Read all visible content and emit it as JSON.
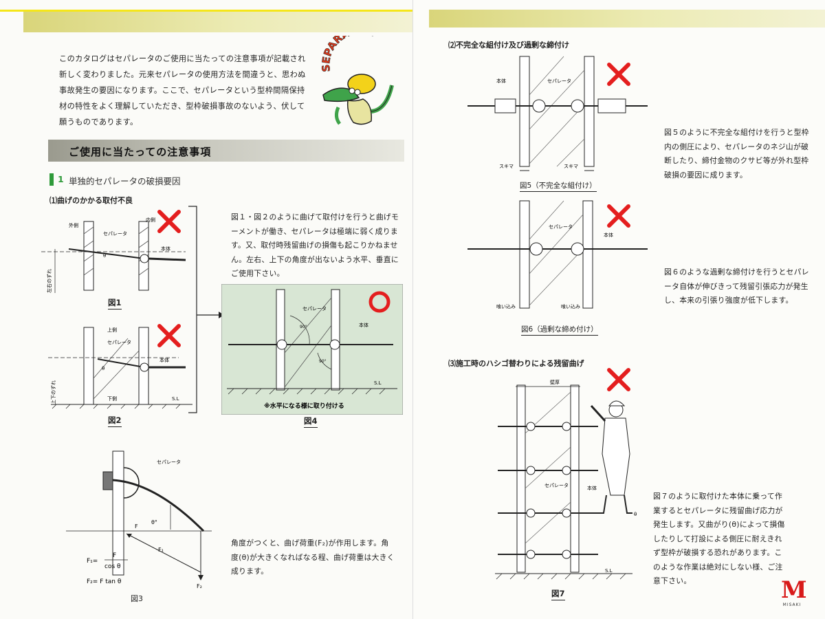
{
  "left": {
    "intro": "このカタログはセパレータのご使用に当たっての注意事項が記載され新しく変わりました。元来セパレータの使用方法を間違うと、思わぬ事故発生の要因になります。ここで、セパレータという型枠間隔保持材の特性をよく理解していただき、型枠破損事故のないよう、伏して願うものであります。",
    "mascot_text": "SEPARATOR",
    "section_title": "ご使用に当たっての注意事項",
    "sub1_num": "1",
    "sub1_title": "単独的セパレータの破損要因",
    "h1": "⑴曲げのかかる取付不良",
    "p1": "図１・図２のように曲げて取付けを行うと曲げモーメントが働き、セパレータは極端に弱く成ります。又、取付時残留曲げの損傷も起こりかねません。左右、上下の角度が出ないよう水平、垂直にご使用下さい。",
    "p3": "角度がつくと、曲げ荷重(F₂)が作用します。角度(θ)が大きくなればなる程、曲げ荷重は大きく成ります。",
    "fig1": {
      "caption": "図1",
      "outer": "外側",
      "inner": "内側",
      "sep": "セパレータ",
      "body": "本体",
      "side": "左右のずれ",
      "theta": "θ"
    },
    "fig2": {
      "caption": "図2",
      "top": "上側",
      "bottom": "下側",
      "sep": "セパレータ",
      "body": "本体",
      "side": "上下のずれ",
      "sl": "S.L",
      "theta": "θ"
    },
    "fig3": {
      "caption": "図3",
      "sep": "セパレータ",
      "F": "F",
      "F1": "F₁",
      "F2": "F₂",
      "theta": "θ°",
      "eq1_lhs": "F₁=",
      "eq1_num": "F",
      "eq1_den": "cos θ",
      "eq2": "F₂=  F tan θ"
    },
    "fig4": {
      "caption": "図4",
      "sep": "セパレータ",
      "body": "本体",
      "sl": "S.L",
      "note": "※水平になる様に取り付ける",
      "a1": "90°",
      "a2": "90°"
    }
  },
  "right": {
    "h2": "⑵不完全な組付け及び過剰な締付け",
    "h3": "⑶施工時のハシゴ替わりによる残留曲げ",
    "p5": "図５のように不完全な組付けを行うと型枠内の側圧により、セパレータのネジ山が破断したり、締付金物のクサビ等が外れ型枠破損の要因に成ります。",
    "p6": "図６のような過剰な締付けを行うとセパレータ自体が伸びきって残留引張応力が発生し、本来の引張り強度が低下します。",
    "p7": "図７のように取付けた本体に乗って作業するとセパレータに残留曲げ応力が発生します。又曲がり(θ)によって損傷したりして打設による側圧に耐えきれず型枠が破損する恐れがあります。このような作業は絶対にしない様、ご注意下さい。",
    "fig5": {
      "caption": "図5（不完全な組付け）",
      "body": "本体",
      "sep": "セパレータ",
      "gap1": "スキマ",
      "gap2": "スキマ"
    },
    "fig6": {
      "caption": "図6（過剰な締め付け）",
      "sep": "セパレータ",
      "body": "本体",
      "bite1": "喰い込み",
      "bite2": "喰い込み"
    },
    "fig7": {
      "caption": "図7",
      "wall": "壁厚",
      "sep": "セパレータ",
      "body": "本体",
      "sl": "S.L",
      "theta": "θ"
    },
    "logo": "M",
    "logo_sub": "MISAKI"
  },
  "colors": {
    "ng": "#e41e1e",
    "ok": "#e41e1e",
    "band": "#e7e5a6",
    "fig4_bg": "#d8e6d4",
    "green": "#2f9a3a"
  }
}
